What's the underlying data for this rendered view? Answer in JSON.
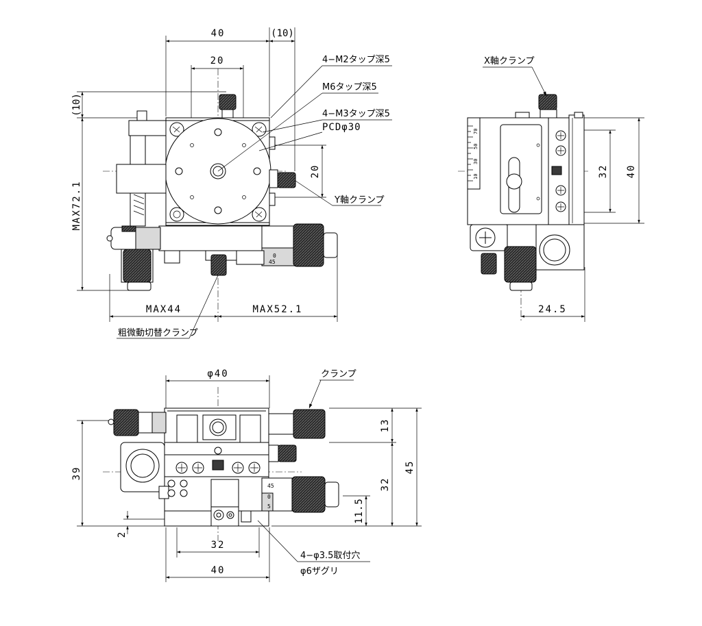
{
  "top_view": {
    "dims": {
      "width_40": "40",
      "offset_10": "(10)",
      "hole_spacing_20": "20",
      "left_offset_10": "(10)",
      "max_height": "MAX72.1",
      "side_20": "20",
      "max_left": "MAX44",
      "max_right": "MAX52.1"
    },
    "callouts": {
      "m2_tap": "4−M2タップ深5",
      "m6_tap": "M6タップ深5",
      "m3_tap": "4−M3タップ深5",
      "pcd": "PCDφ30",
      "y_clamp": "Y軸クランプ",
      "coarse_fine_clamp": "粗微動切替クランプ"
    },
    "micrometer_marks": [
      "0",
      "45"
    ]
  },
  "side_view": {
    "callouts": {
      "x_clamp": "X軸クランプ"
    },
    "dims": {
      "inner_32": "32",
      "outer_40": "40",
      "width_24_5": "24.5"
    },
    "scale_marks": [
      "10",
      "30",
      "50",
      "70"
    ]
  },
  "front_view": {
    "callouts": {
      "clamp": "クランプ",
      "mount_holes": "4−φ3.5取付穴",
      "counterbore": "φ6ザグリ"
    },
    "dims": {
      "top_dia": "φ40",
      "left_39": "39",
      "left_2": "2",
      "bottom_32": "32",
      "bottom_40": "40",
      "right_13": "13",
      "right_32": "32",
      "right_45": "45",
      "right_11_5": "11.5"
    },
    "micrometer_marks": [
      "45",
      "0",
      "5"
    ]
  }
}
